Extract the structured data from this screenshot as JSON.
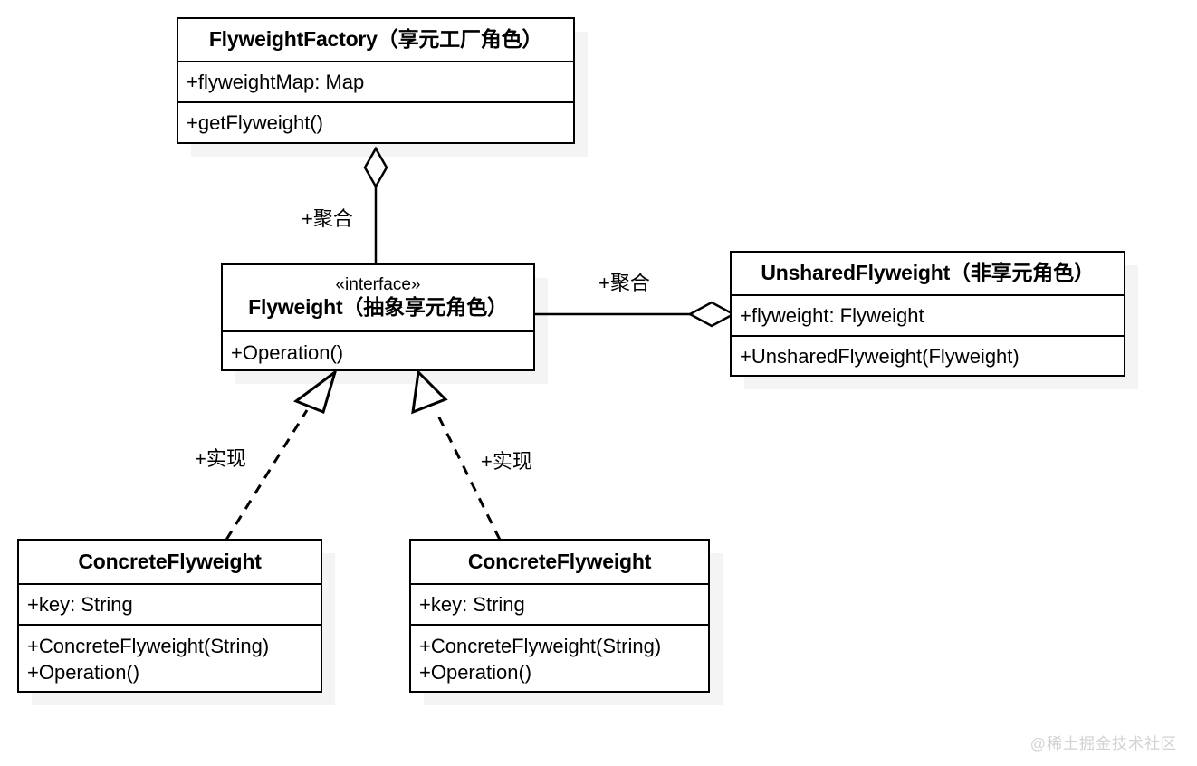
{
  "diagram": {
    "title": "Flyweight Pattern UML Class Diagram",
    "background_color": "#ffffff",
    "line_color": "#000000",
    "shadow_color": "#f0f0f0",
    "classes": [
      {
        "id": "flyweight-factory",
        "name": "FlyweightFactory（享元工厂角色）",
        "stereotype": "",
        "attributes": [
          "+flyweightMap: Map"
        ],
        "operations": [
          "+getFlyweight()"
        ]
      },
      {
        "id": "flyweight",
        "name": "Flyweight（抽象享元角色）",
        "stereotype": "«interface»",
        "attributes": [],
        "operations": [
          "+Operation()"
        ]
      },
      {
        "id": "unshared-flyweight",
        "name": "UnsharedFlyweight（非享元角色）",
        "stereotype": "",
        "attributes": [
          "+flyweight: Flyweight"
        ],
        "operations": [
          "+UnsharedFlyweight(Flyweight)"
        ]
      },
      {
        "id": "concrete-flyweight-left",
        "name": "ConcreteFlyweight",
        "stereotype": "",
        "attributes": [
          "+key: String"
        ],
        "operations": [
          "+ConcreteFlyweight(String)",
          "+Operation()"
        ]
      },
      {
        "id": "concrete-flyweight-right",
        "name": "ConcreteFlyweight",
        "stereotype": "",
        "attributes": [
          "+key: String"
        ],
        "operations": [
          "+ConcreteFlyweight(String)",
          "+Operation()"
        ]
      }
    ],
    "relationships": [
      {
        "id": "aggregation-factory-flyweight",
        "type": "aggregation",
        "label": "+聚合",
        "from": "flyweight-factory",
        "to": "flyweight",
        "marker": "hollow-diamond"
      },
      {
        "id": "aggregation-unshared-flyweight",
        "type": "aggregation",
        "label": "+聚合",
        "from": "unshared-flyweight",
        "to": "flyweight",
        "marker": "hollow-diamond"
      },
      {
        "id": "realization-left",
        "type": "realization",
        "label": "+实现",
        "from": "concrete-flyweight-left",
        "to": "flyweight",
        "marker": "hollow-triangle",
        "line_style": "dashed"
      },
      {
        "id": "realization-right",
        "type": "realization",
        "label": "+实现",
        "from": "concrete-flyweight-right",
        "to": "flyweight",
        "marker": "hollow-triangle",
        "line_style": "dashed"
      }
    ],
    "watermark": "@稀土掘金技术社区"
  }
}
